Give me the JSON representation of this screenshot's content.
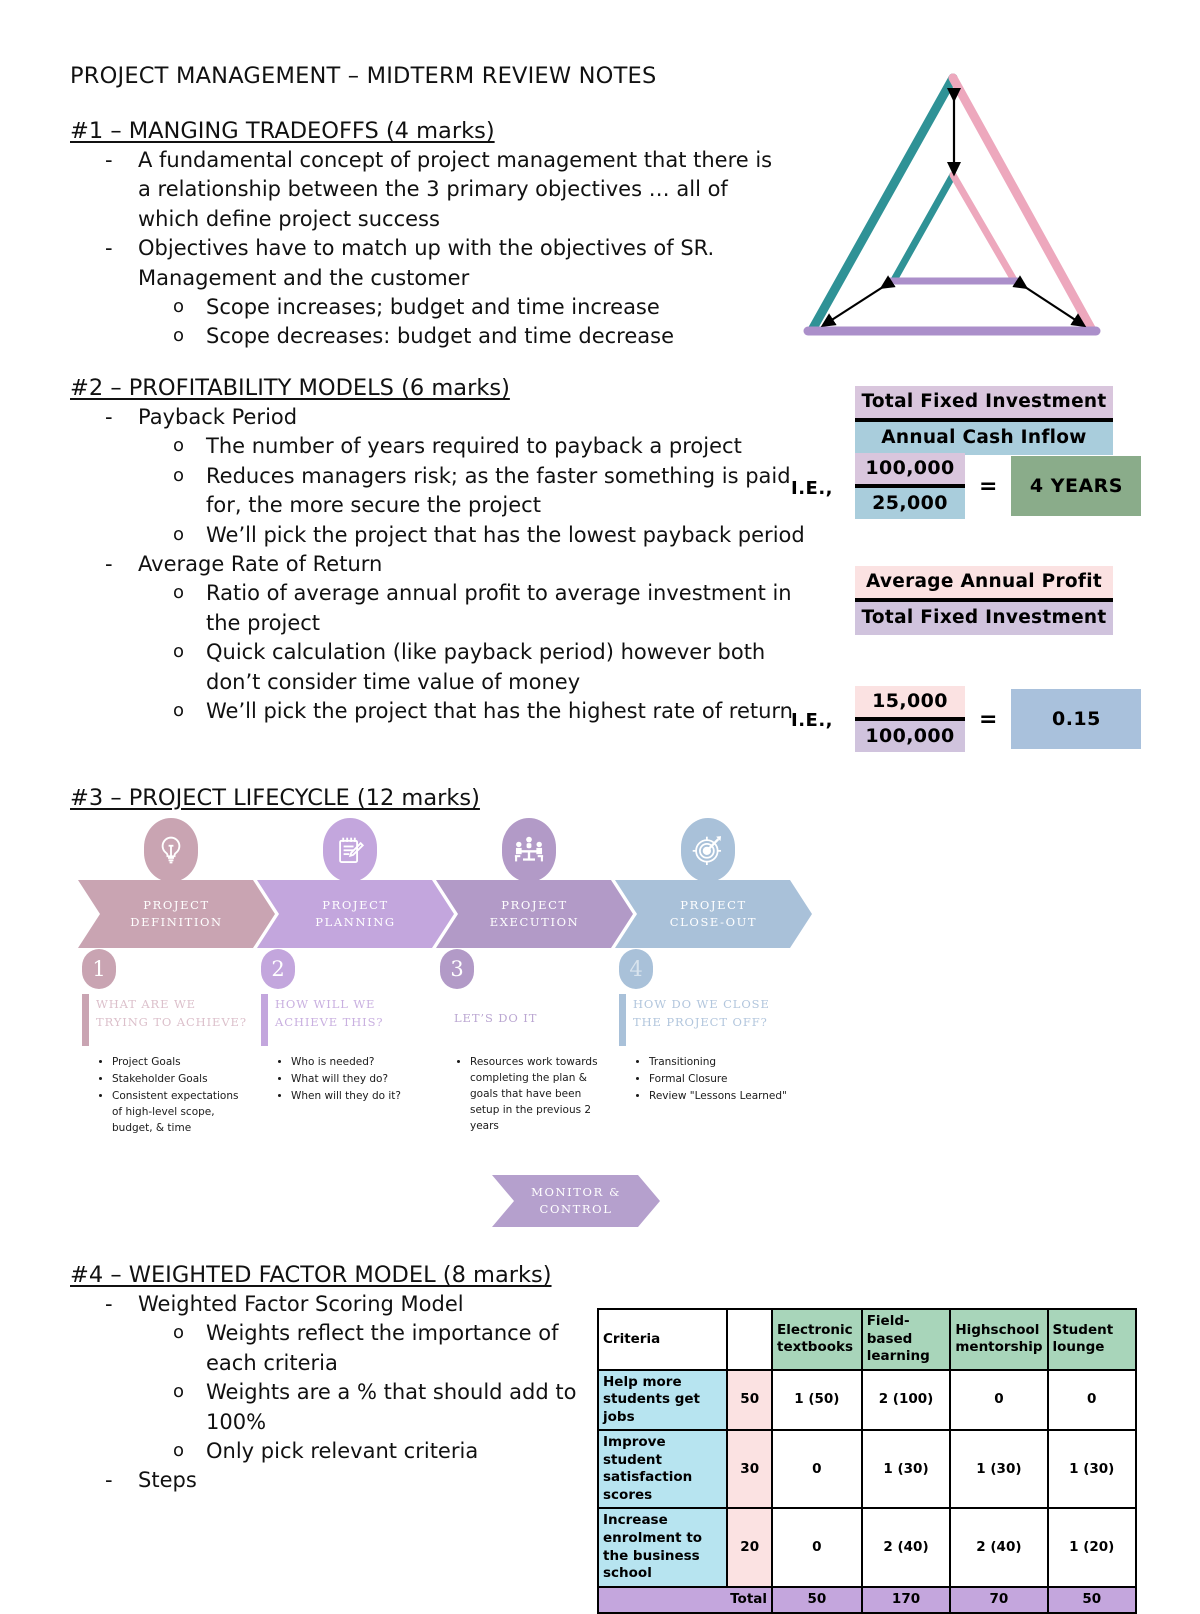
{
  "document": {
    "title": "PROJECT MANAGEMENT – MIDTERM REVIEW NOTES"
  },
  "section1": {
    "heading": "#1 – MANGING TRADEOFFS (4 marks)",
    "bullets": [
      {
        "level": 1,
        "text": "A fundamental concept of project management that there is a relationship between the 3 primary objectives … all of which define project success"
      },
      {
        "level": 1,
        "text": "Objectives have to match up with the objectives of SR. Management and the customer"
      },
      {
        "level": 2,
        "text": "Scope increases; budget and time increase"
      },
      {
        "level": 2,
        "text": "Scope decreases: budget and time decrease"
      }
    ],
    "triangle": {
      "name": "tradeoff-triangle",
      "outer_left_color": "#2f9296",
      "outer_right_color": "#eda8bd",
      "outer_base_color": "#ab8fca",
      "inner_left_color": "#2f9296",
      "inner_right_color": "#eda8bd",
      "inner_base_color": "#ab8fca",
      "arrow_color": "#000000"
    }
  },
  "section2": {
    "heading": "#2 – PROFITABILITY MODELS (6 marks)",
    "bullets": [
      {
        "level": 1,
        "text": "Payback Period"
      },
      {
        "level": 2,
        "text": "The number of years required to payback a project"
      },
      {
        "level": 2,
        "text": "Reduces managers risk; as the faster something is paid for, the more secure the project"
      },
      {
        "level": 2,
        "text": "We’ll pick the project that has the lowest payback period"
      },
      {
        "level": 1,
        "text": "Average Rate of Return"
      },
      {
        "level": 2,
        "text": "Ratio of average annual profit to average investment in the project"
      },
      {
        "level": 2,
        "text": "Quick calculation (like payback period) however both don’t consider time value of money"
      },
      {
        "level": 2,
        "text": "We’ll pick the project that has the highest rate of return"
      }
    ],
    "payback_formula": {
      "numerator": "Total Fixed Investment",
      "denominator": "Annual Cash Inflow",
      "numerator_color": "#d9c6dd",
      "denominator_color": "#a9cddc"
    },
    "payback_example": {
      "ie_label": "I.E.,",
      "numerator": "100,000",
      "denominator": "25,000",
      "operator": "=",
      "result": "4 YEARS",
      "result_color": "#8aac8a"
    },
    "arr_formula": {
      "numerator": "Average Annual Profit",
      "denominator": "Total Fixed Investment",
      "numerator_color": "#fbe2e2",
      "denominator_color": "#d0c3dd"
    },
    "arr_example": {
      "ie_label": "I.E.,",
      "numerator": "15,000",
      "denominator": "100,000",
      "operator": "=",
      "result": "0.15",
      "result_color": "#a9c1dc"
    }
  },
  "section3": {
    "heading": "#3 – PROJECT LIFECYCLE (12 marks)",
    "phases": [
      {
        "number": "1",
        "chevron_line1": "PROJECT",
        "chevron_line2": "DEFINITION",
        "icon": "lightbulb-icon",
        "color": "#c9a4b2",
        "head_line1": "WHAT ARE WE",
        "head_line2": "TRYING TO ACHIEVE?",
        "items": [
          "Project Goals",
          "Stakeholder Goals",
          "Consistent expectations of high-level scope, budget, & time"
        ]
      },
      {
        "number": "2",
        "chevron_line1": "PROJECT",
        "chevron_line2": "PLANNING",
        "icon": "notepad-pencil-icon",
        "color": "#c3a6dd",
        "head_line1": "HOW WILL WE",
        "head_line2": "ACHIEVE THIS?",
        "items": [
          "Who is needed?",
          "What will they do?",
          "When will they do it?"
        ]
      },
      {
        "number": "3",
        "chevron_line1": "PROJECT",
        "chevron_line2": "EXECUTION",
        "icon": "meeting-people-icon",
        "color": "#b29ac7",
        "head_line1": "LET’S DO IT",
        "head_line2": "",
        "items": [
          "Resources work towards completing the plan & goals that have been setup in the previous 2 years"
        ]
      },
      {
        "number": "4",
        "chevron_line1": "PROJECT",
        "chevron_line2": "CLOSE-OUT",
        "icon": "target-arrow-icon",
        "color": "#a9c1d9",
        "head_line1": "HOW DO WE CLOSE",
        "head_line2": "THE PROJECT OFF?",
        "items": [
          "Transitioning",
          "Formal Closure",
          "Review \"Lessons Learned\""
        ]
      }
    ],
    "monitor_control": {
      "line1": "MONITOR &",
      "line2": "CONTROL",
      "color": "#b5a0cd"
    }
  },
  "section4": {
    "heading": "#4 – WEIGHTED FACTOR MODEL (8 marks)",
    "bullets": [
      {
        "level": 1,
        "text": "Weighted Factor Scoring Model"
      },
      {
        "level": 2,
        "text": "Weights reflect the importance of each criteria"
      },
      {
        "level": 2,
        "text": "Weights are a % that should add to 100%"
      },
      {
        "level": 2,
        "text": "Only pick relevant criteria"
      },
      {
        "level": 1,
        "text": "Steps"
      }
    ],
    "table": {
      "criteria_header": "Criteria",
      "weight_header": "",
      "option_headers": [
        "Electronic textbooks",
        "Field-based learning",
        "Highschool mentorship",
        "Student lounge"
      ],
      "rows": [
        {
          "criteria": "Help more students get jobs",
          "weight": "50",
          "values": [
            "1 (50)",
            "2 (100)",
            "0",
            "0"
          ]
        },
        {
          "criteria": "Improve student satisfaction scores",
          "weight": "30",
          "values": [
            "0",
            "1 (30)",
            "1 (30)",
            "1 (30)"
          ]
        },
        {
          "criteria": "Increase enrolment to the business school",
          "weight": "20",
          "values": [
            "0",
            "2 (40)",
            "2 (40)",
            "1 (20)"
          ]
        }
      ],
      "total_label": "Total",
      "totals": [
        "50",
        "170",
        "70",
        "50"
      ]
    }
  },
  "chart_data": {
    "type": "table",
    "title": "Weighted Factor Scoring Model",
    "categories": [
      "Electronic textbooks",
      "Field-based learning",
      "Highschool mentorship",
      "Student lounge"
    ],
    "criteria": [
      "Help more students get jobs",
      "Improve student satisfaction scores",
      "Increase enrolment to the business school"
    ],
    "weights": [
      50,
      30,
      20
    ],
    "scores": [
      [
        1,
        2,
        0,
        0
      ],
      [
        0,
        1,
        1,
        1
      ],
      [
        0,
        2,
        2,
        1
      ]
    ],
    "weighted_values": [
      [
        50,
        100,
        0,
        0
      ],
      [
        0,
        30,
        30,
        30
      ],
      [
        0,
        40,
        40,
        20
      ]
    ],
    "totals": [
      50,
      170,
      70,
      50
    ]
  }
}
